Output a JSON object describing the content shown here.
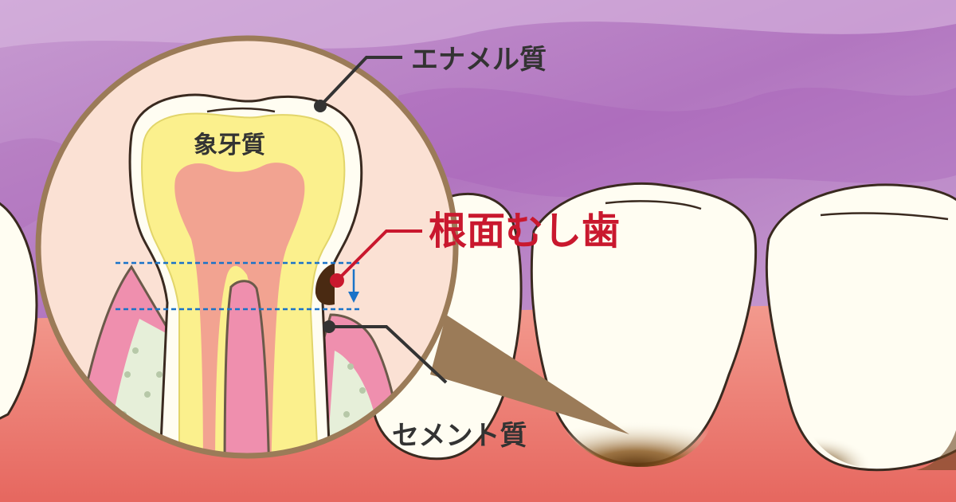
{
  "labels": {
    "enamel": "エナメル質",
    "dentin": "象牙質",
    "root_caries": "根面むし歯",
    "cementum": "セメント質"
  },
  "colors": {
    "background_purple": "#b77bc3",
    "gum": "#ef8a7f",
    "gum_dark": "#e4675f",
    "tooth": "#fffdf2",
    "magnifier_fill": "#fbe1d4",
    "magnifier_border": "#9b7b58",
    "dentin": "#fbf08d",
    "pulp": "#f2a391",
    "root_gum": "#ef8fae",
    "bone": "#e6efd9",
    "caries": "#4a2a12",
    "label_red": "#c9182e",
    "label_dark": "#333333",
    "guide_blue": "#1a73c8"
  },
  "icons": {
    "arrow": "down-arrow-icon"
  }
}
